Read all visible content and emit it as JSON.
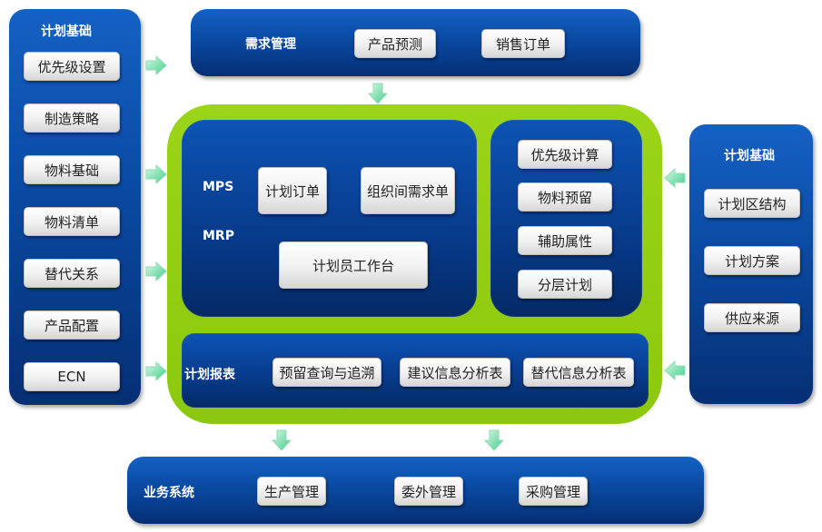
{
  "left_panel": {
    "title": "计划基础",
    "items": [
      "优先级设置",
      "制造策略",
      "物料基础",
      "物料清单",
      "替代关系",
      "产品配置",
      "ECN"
    ]
  },
  "demand": {
    "title": "需求管理",
    "items": [
      "产品预测",
      "销售订单"
    ]
  },
  "core": {
    "mps": "MPS",
    "mrp": "MRP",
    "items": [
      "计划订单",
      "组织间需求单",
      "计划员工作台"
    ]
  },
  "calc": {
    "items": [
      "优先级计算",
      "物料预留",
      "辅助属性",
      "分层计划"
    ]
  },
  "report": {
    "title": "计划报表",
    "items": [
      "预留查询与追溯",
      "建议信息分析表",
      "替代信息分析表"
    ]
  },
  "right_panel": {
    "title": "计划基础",
    "items": [
      "计划区结构",
      "计划方案",
      "供应来源"
    ]
  },
  "business": {
    "title": "业务系统",
    "items": [
      "生产管理",
      "委外管理",
      "采购管理"
    ]
  }
}
